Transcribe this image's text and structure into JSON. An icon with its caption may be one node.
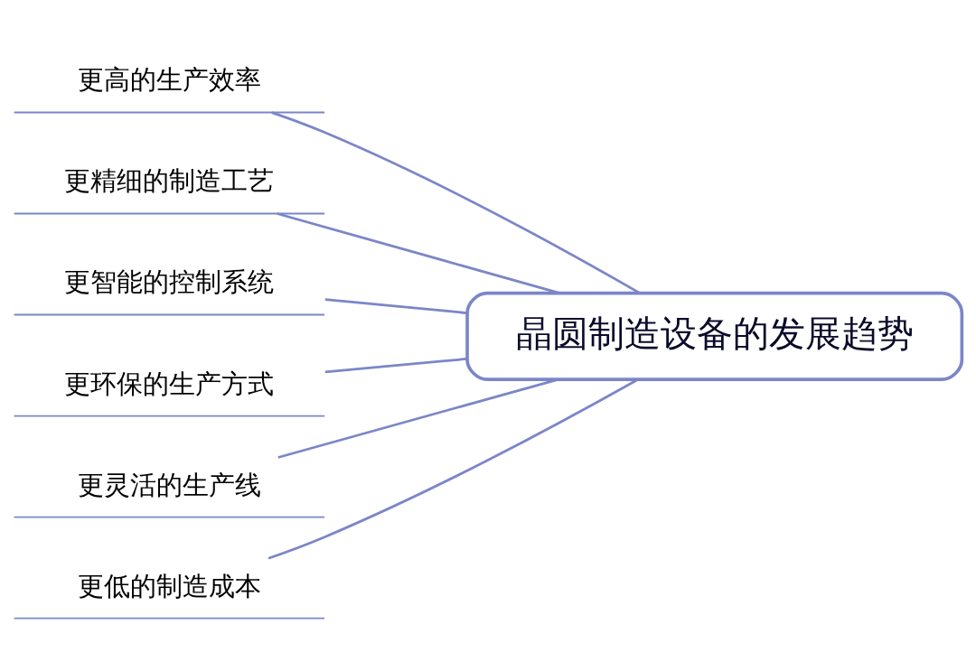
{
  "diagram": {
    "nodes": [
      {
        "text": [
          "晶圆制造设备的发展趋势"
        ]
      },
      {
        "text": [
          "更高的生产效率"
        ]
      },
      {
        "text": [
          "更精细的制造工艺"
        ]
      },
      {
        "text": [
          "更智能的控制系统"
        ]
      },
      {
        "text": [
          "更环保的生产方式"
        ]
      },
      {
        "text": [
          "更灵活的生产线"
        ]
      },
      {
        "text": [
          "更低的制造成本"
        ]
      }
    ],
    "edges": [
      {
        "from": 0,
        "to": 1,
        "arrow": "none"
      },
      {
        "from": 0,
        "to": 2,
        "arrow": "none"
      },
      {
        "from": 0,
        "to": 3,
        "arrow": "none"
      },
      {
        "from": 0,
        "to": 4,
        "arrow": "none"
      },
      {
        "from": 0,
        "to": 5,
        "arrow": "none"
      },
      {
        "from": 0,
        "to": 6,
        "arrow": "none"
      }
    ]
  }
}
